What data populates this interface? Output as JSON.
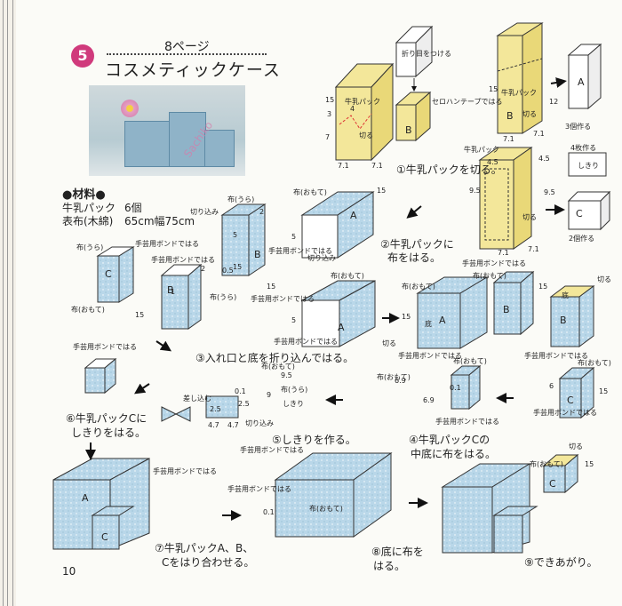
{
  "header": {
    "step_no": "5",
    "page_ref": "8ページ",
    "title": "コスメティックケース"
  },
  "watermark": "Sachiko",
  "materials": {
    "heading": "●材料●",
    "rows": [
      [
        "牛乳パック",
        "6個"
      ],
      [
        "表布(木綿)",
        "65cm幅75cm"
      ]
    ]
  },
  "steps": {
    "s1": "①牛乳パックを切る。",
    "s2a": "②牛乳パックに",
    "s2b": "布をはる。",
    "s3": "③入れ口と底を折り込んではる。",
    "s4a": "④牛乳パックCの",
    "s4b": "中底に布をはる。",
    "s5": "⑤しきりを作る。",
    "s6a": "⑥牛乳パックCに",
    "s6b": "しきりをはる。",
    "s7a": "⑦牛乳パックA、B、",
    "s7b": "Cをはり合わせる。",
    "s8a": "⑧底に布を",
    "s8b": "はる。",
    "s9": "⑨できあがり。"
  },
  "labels": {
    "fold": "折り目をつける",
    "cellotape": "セロハンテープではる",
    "milk_pack": "牛乳パック",
    "cut": "切る",
    "n15": "15",
    "n3": "3",
    "n4": "4",
    "n7": "7",
    "n71": "7.1",
    "n12": "12",
    "n45": "4.5",
    "n95": "9.5",
    "n2": "2",
    "n5": "5",
    "n05": "0.5",
    "n1": "1",
    "n01": "0.1",
    "n25": "2.5",
    "n9": "9",
    "n6": "6",
    "n69": "6.9",
    "n47": "4.7",
    "make3": "3個作る",
    "make2": "2個作る",
    "make4": "4枚作る",
    "partition": "しきり",
    "cloth_front": "布(おもて)",
    "cloth_back": "布(うら)",
    "glue": "手芸用ボンドではる",
    "notch": "切り込み",
    "insert": "差し込む",
    "bottom": "底",
    "A": "A",
    "B": "B",
    "C": "C"
  },
  "page_number": "10",
  "colors": {
    "badge": "#d03a7c",
    "yellow": "#f3e79a",
    "blue": "#b5d5e8",
    "stroke": "#333333"
  }
}
